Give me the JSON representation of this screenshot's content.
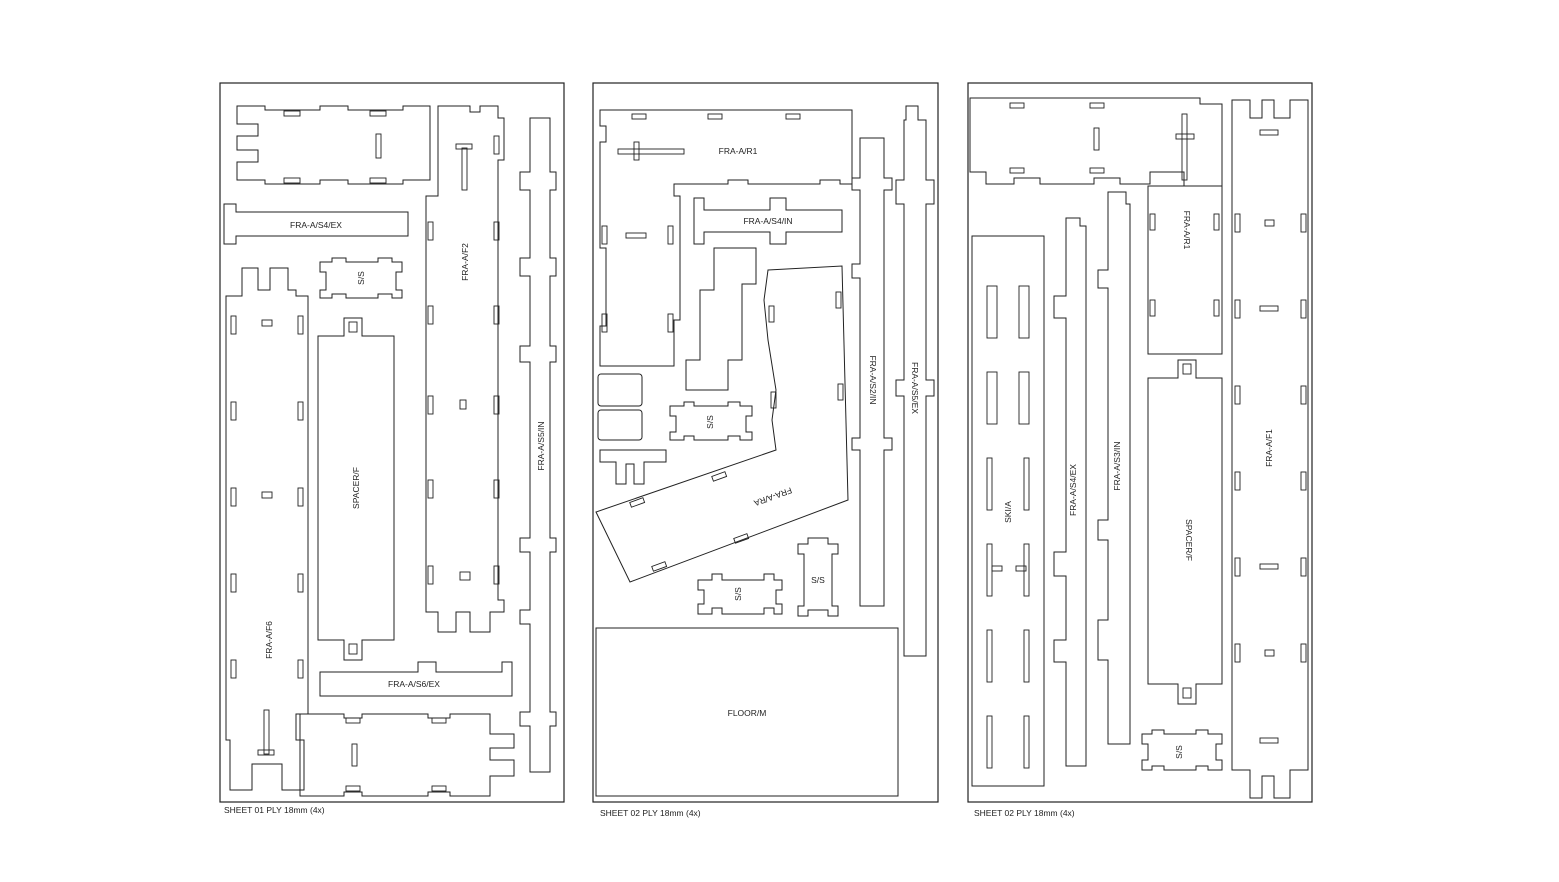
{
  "sheets": [
    {
      "caption": "SHEET 01 PLY 18mm (4x)"
    },
    {
      "caption": "SHEET 02 PLY 18mm (4x)"
    },
    {
      "caption": "SHEET 02 PLY 18mm (4x)"
    }
  ],
  "labels": {
    "s1_s4ex": "FRA-A/S4/EX",
    "s1_f2": "FRA-A/F2",
    "s1_ss": "S/S",
    "s1_spacer": "SPACER/F",
    "s1_s5in": "FRA-A/S5/IN",
    "s1_f6": "FRA-A/F6",
    "s1_s6ex": "FRA-A/S6/EX",
    "s2_r1": "FRA-A/R1",
    "s2_s4in": "FRA-A/S4/IN",
    "s2_ss_a": "S/S",
    "s2_ra": "FRA-A/RA",
    "s2_s2in": "FRA-A/S2/IN",
    "s2_s5ex": "FRA-A/S5/EX",
    "s2_ss_b": "S/S",
    "s2_ss_c": "S/S",
    "s2_floor": "FLOOR/M",
    "s3_r1": "FRA-A/R1",
    "s3_ski": "SKI/A",
    "s3_s4ex": "FRA-A/S4/EX",
    "s3_s3in": "FRA-A/S3/IN",
    "s3_spacer": "SPACER/F",
    "s3_f1": "FRA-A/F1",
    "s3_ss": "S/S"
  }
}
